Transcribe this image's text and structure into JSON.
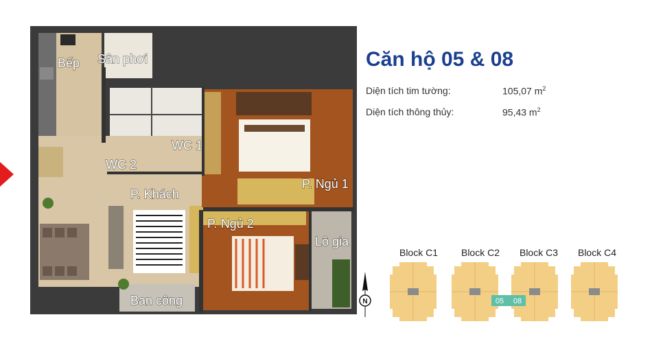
{
  "title": "Căn hộ 05 & 08",
  "specs": [
    {
      "label": "Diện tích tim tường:",
      "value": "105,07 m",
      "unit_sup": "2"
    },
    {
      "label": "Diện tích thông thủy:",
      "value": "95,43 m",
      "unit_sup": "2"
    }
  ],
  "rooms": {
    "bep": "Bếp",
    "san_phoi": "Sân phơi",
    "wc1": "WC 1",
    "wc2": "WC 2",
    "p_khach": "P. Khách",
    "p_ngu_1": "P. Ngủ 1",
    "p_ngu_2": "P. Ngủ 2",
    "lo_gia": "Lô gia",
    "ban_cong": "Ban công"
  },
  "compass": "N",
  "blocks": [
    "Block C1",
    "Block C2",
    "Block C3",
    "Block C4"
  ],
  "highlight_units": [
    "05",
    "08"
  ],
  "colors": {
    "title": "#1b3f8f",
    "block": "#f3cf86",
    "highlight": "#5fbfa7",
    "arrow": "#e31d1d",
    "wood": "#a3541f",
    "tile": "#d8c6a6"
  }
}
